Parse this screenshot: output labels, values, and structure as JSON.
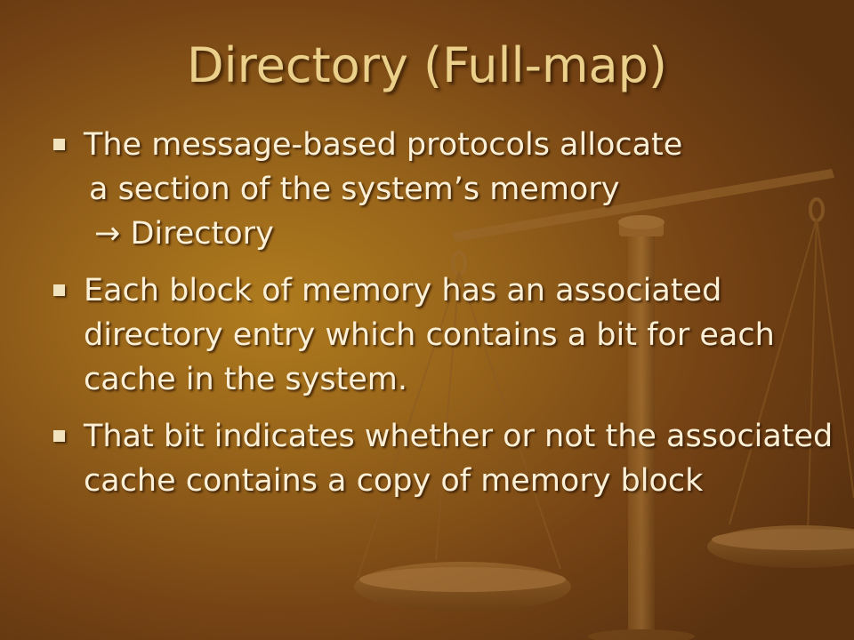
{
  "slide": {
    "title": "Directory (Full-map)",
    "bullets": [
      {
        "line1": "The message-based protocols allocate",
        "line2": "a section of the system’s memory",
        "arrow": "→",
        "line3": "Directory"
      },
      {
        "text": "Each block of memory has an associated directory entry which contains a bit for each cache in the system."
      },
      {
        "text": "That bit indicates whether or not the associated cache contains  a copy of memory block"
      }
    ]
  },
  "icons": {
    "bullet_marker": "square-bullet-icon",
    "background_art": "balance-scale-icon"
  },
  "colors": {
    "title": "#ead08a",
    "text": "#fbf0d6",
    "background": "#95621a"
  }
}
